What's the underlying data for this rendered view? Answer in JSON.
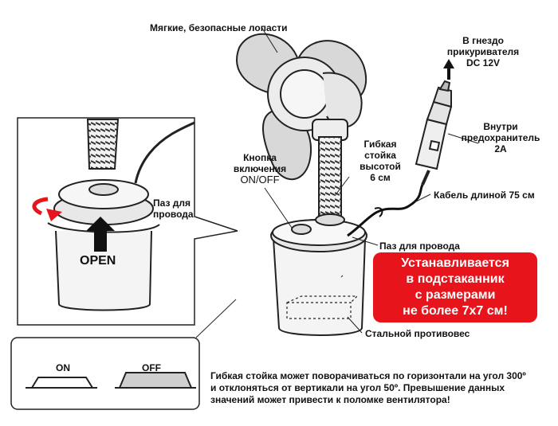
{
  "labels": {
    "blades": "Мягкие, безопасные лопасти",
    "socket": [
      "В гнездо",
      "прикуривателя",
      "DC 12V"
    ],
    "fuse": [
      "Внутри",
      "предохранитель",
      "2A"
    ],
    "power_button": [
      "Кнопка",
      "включения",
      "ON/OFF"
    ],
    "stand": [
      "Гибкая",
      "стойка",
      "высотой",
      "6 см"
    ],
    "cable": "Кабель длиной 75 см",
    "slot_main": "Паз для провода",
    "slot_inset": [
      "Паз для",
      "провода"
    ],
    "weight": "Стальной противовес",
    "open": "OPEN"
  },
  "badge": {
    "lines": [
      "Устанавливается",
      "в подстаканник",
      "с размерами",
      "не более 7х7 см!"
    ],
    "color": "#e8141b"
  },
  "switch": {
    "on": "ON",
    "off": "OFF"
  },
  "note": [
    "Гибкая стойка может поворачиваться по горизонтали на угол 300º",
    "и отклоняться от вертикали на угол 50º. Превышение данных",
    "значений может привести к поломке вентилятора!"
  ]
}
